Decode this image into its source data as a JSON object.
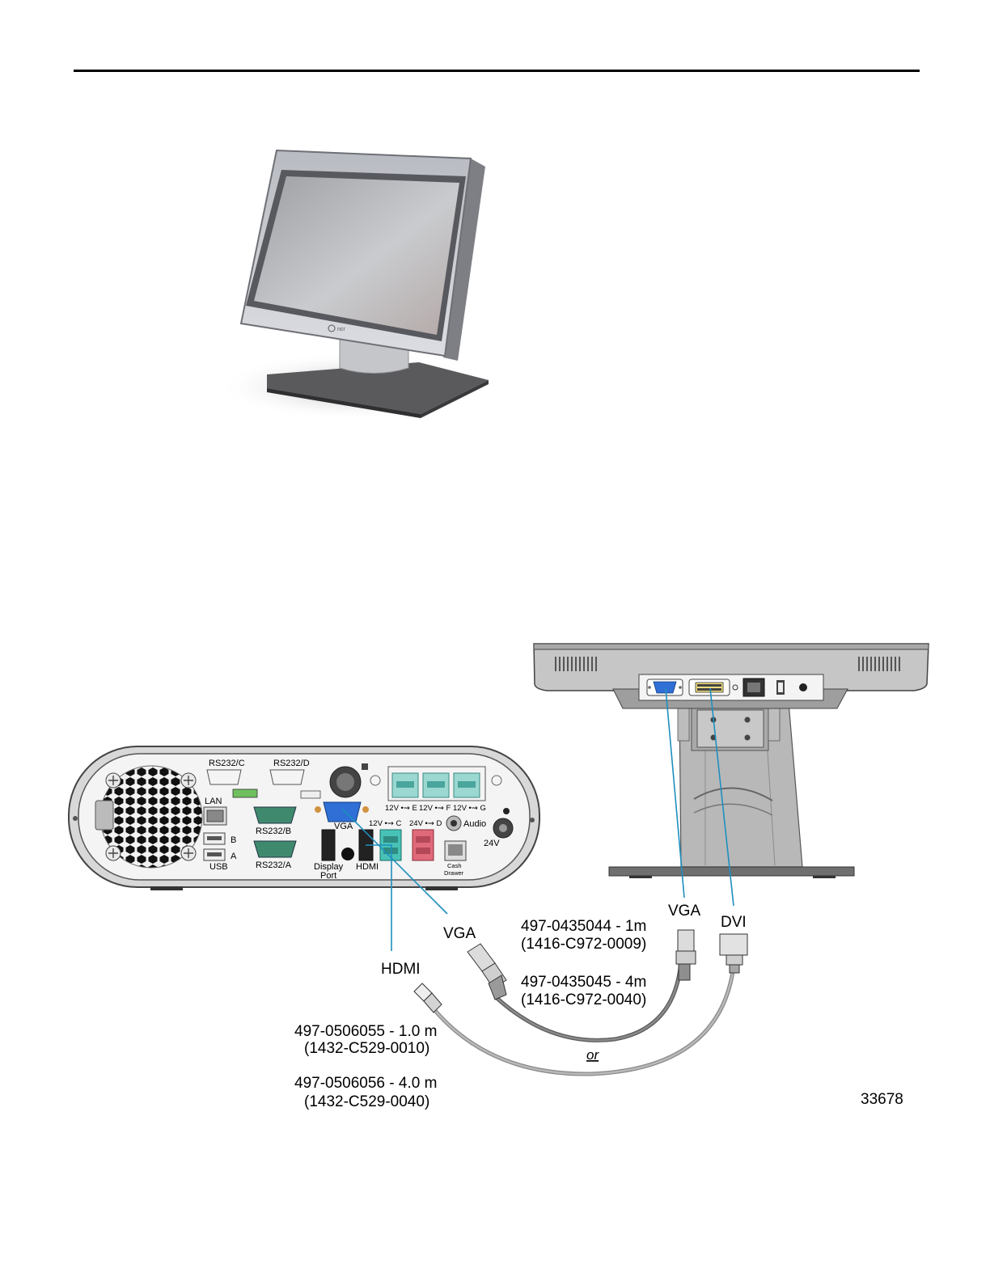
{
  "colors": {
    "callout_line": "#1e8fbf",
    "vga_connector": "#2f6fd6",
    "serial_green": "#3f8a6e",
    "usb_teal": "#48c2b6",
    "usb_pink": "#e06a7a",
    "chassis": "#d9d9d9",
    "monitor_silver": "#c7c8cc"
  },
  "monitor_photo": {
    "brand_mark": "ncr"
  },
  "terminal_ports": {
    "rs232_c": "RS232/C",
    "rs232_d": "RS232/D",
    "lan": "LAN",
    "rs232_b": "RS232/B",
    "rs232_a": "RS232/A",
    "usb_b": "B",
    "usb_a": "A",
    "usb": "USB",
    "vga": "VGA",
    "display_port_1": "Display",
    "display_port_2": "Port",
    "hdmi": "HDMI",
    "usb_e": "12V •⇝ E",
    "usb_f": "12V •⇝ F",
    "usb_g": "12V •⇝ G",
    "usb_c": "12V •⇝ C",
    "usb_d": "24V •⇝ D",
    "audio": "Audio",
    "power_24v": "24V",
    "cash_drawer_1": "Cash",
    "cash_drawer_2": "Drawer"
  },
  "callouts": {
    "terminal_hdmi": "HDMI",
    "terminal_vga": "VGA",
    "monitor_vga": "VGA",
    "monitor_dvi": "DVI",
    "or": "or"
  },
  "cables": {
    "vga_1m": "497-0435044 - 1m",
    "vga_1m_pn": "(1416-C972-0009)",
    "vga_4m": "497-0435045 - 4m",
    "vga_4m_pn": "(1416-C972-0040)",
    "hdmi_1m": "497-0506055 - 1.0 m",
    "hdmi_1m_pn": "(1432-C529-0010)",
    "hdmi_4m": "497-0506056 - 4.0 m",
    "hdmi_4m_pn": "(1432-C529-0040)"
  },
  "figure_number": "33678"
}
